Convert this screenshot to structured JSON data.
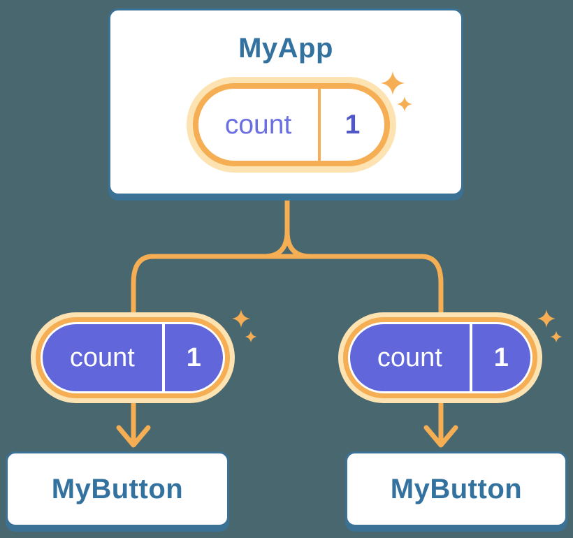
{
  "diagram": {
    "background_color": "#49676e",
    "colors": {
      "card_border": "#3a7195",
      "card_background": "#ffffff",
      "title_text": "#33719f",
      "connector_orange": "#f5ae53",
      "pill_halo": "#fce3b1",
      "pill_purple_fill": "#6166db",
      "state_label_text": "#6b6fe2",
      "state_value_text": "#5257c8",
      "prop_text": "#ffffff"
    },
    "root": {
      "title": "MyApp",
      "state_pill": {
        "label": "count",
        "value": "1"
      }
    },
    "children": [
      {
        "title": "MyButton",
        "prop_pill": {
          "label": "count",
          "value": "1"
        }
      },
      {
        "title": "MyButton",
        "prop_pill": {
          "label": "count",
          "value": "1"
        }
      }
    ],
    "icons": {
      "sparkle": "sparkle-icon",
      "arrow": "arrow-down-icon"
    }
  }
}
